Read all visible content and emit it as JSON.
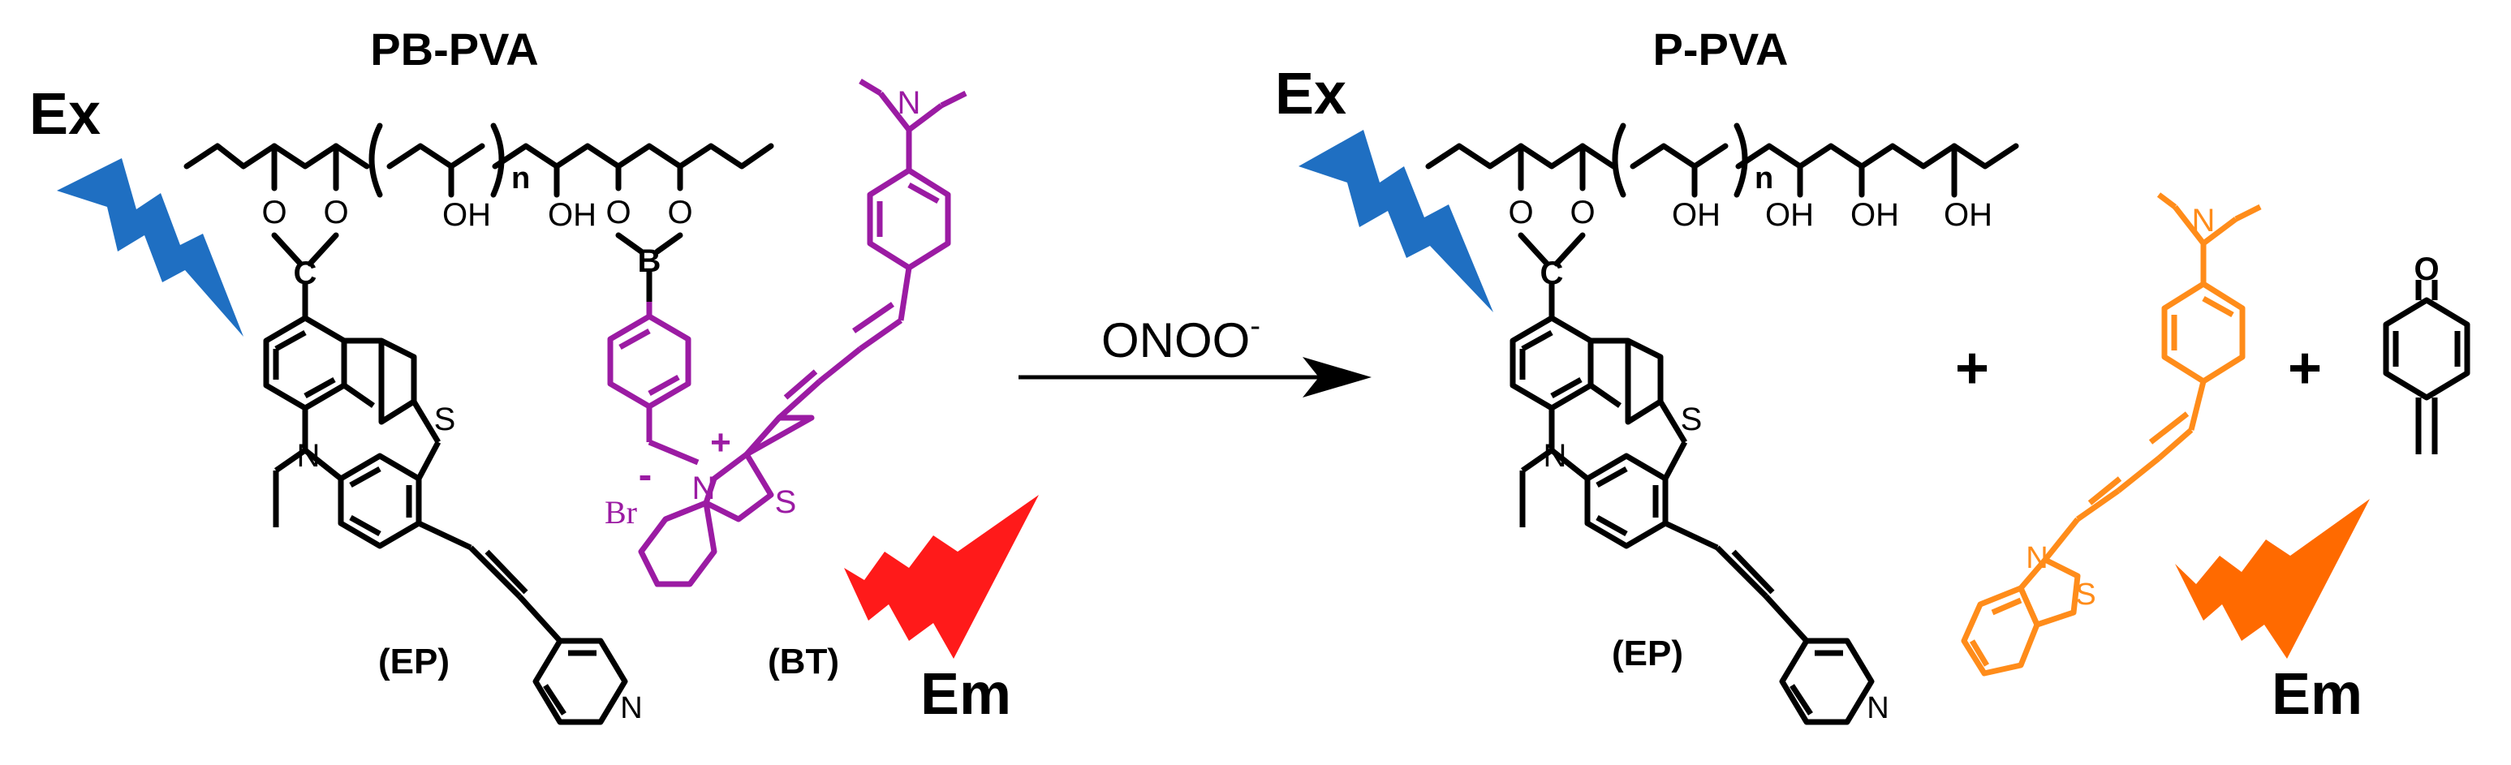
{
  "left": {
    "title": "PB-PVA",
    "ex": "Ex",
    "em": "Em",
    "ep_label": "(EP)",
    "bt_label": "(BT)",
    "repeat_n": "n",
    "oh": "OH",
    "o": "O",
    "c": "C",
    "b": "B",
    "s": "S",
    "n_atom": "N",
    "n_plus": "N",
    "plus": "+",
    "minus": "-",
    "br": "Br",
    "pyridine_n": "N"
  },
  "arrow": {
    "reagent": "ONOO",
    "reagent_sup": "-"
  },
  "right": {
    "title": "P-PVA",
    "ex": "Ex",
    "em": "Em",
    "ep_label": "(EP)",
    "repeat_n": "n",
    "oh": "OH",
    "o": "O",
    "c": "C",
    "s": "S",
    "n_atom": "N",
    "pyridine_n": "N",
    "plus1": "+",
    "plus2": "+",
    "quinone_o": "O"
  },
  "colors": {
    "black": "#000000",
    "blue": "#1f6fc2",
    "red": "#ff1a1a",
    "orange": "#ff8c1a",
    "orange_flash": "#ff6a00",
    "purple": "#9b1ba3"
  }
}
